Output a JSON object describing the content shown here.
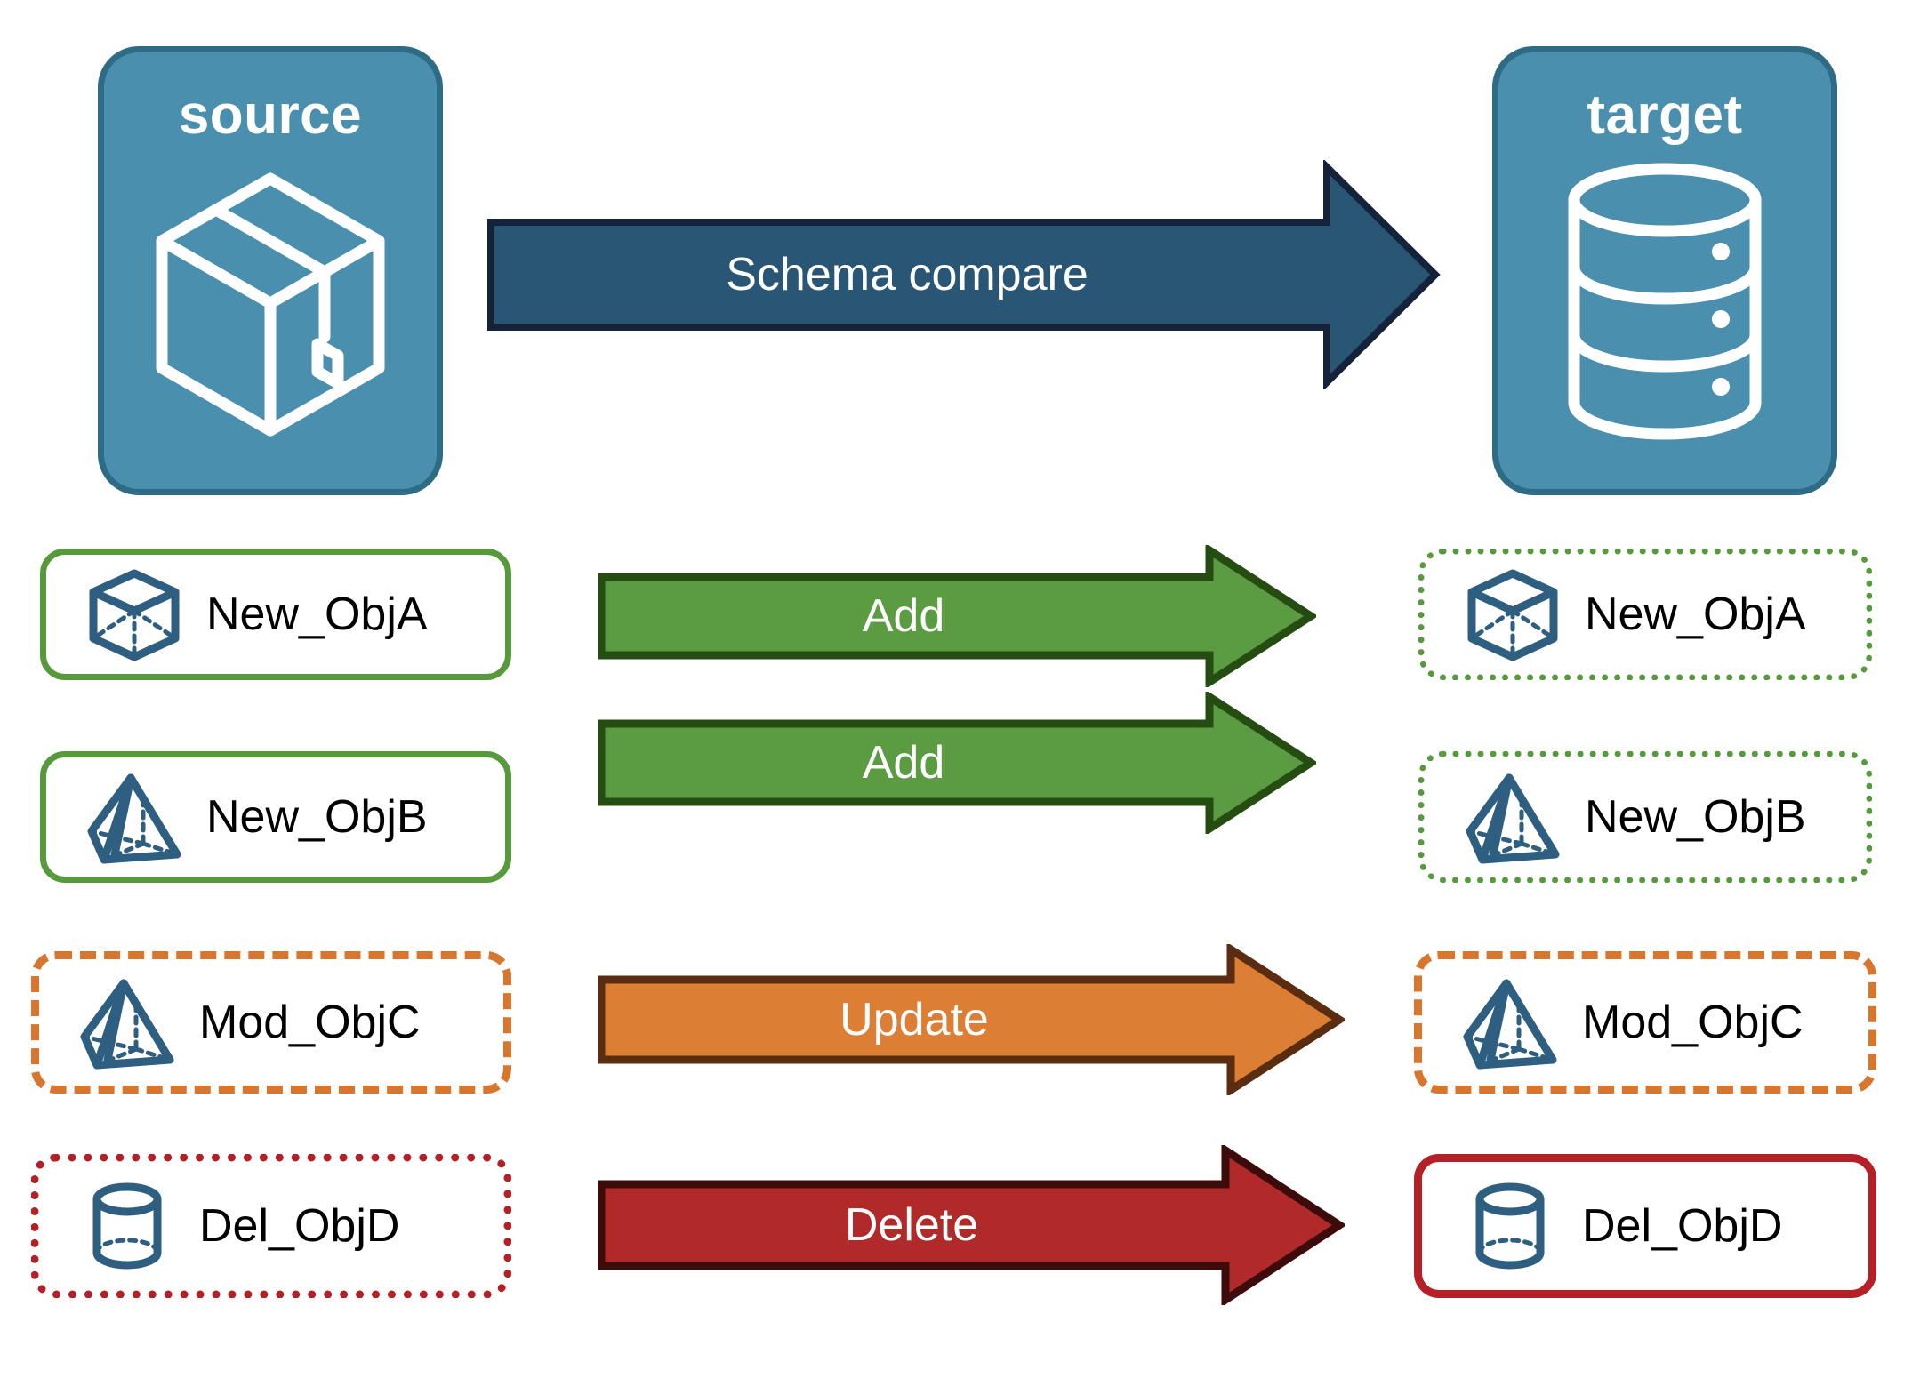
{
  "diagram": {
    "title_source": "source",
    "title_target": "target",
    "compare_arrow_label": "Schema compare",
    "colors": {
      "endpoint_fill": "#4A8FAD",
      "endpoint_stroke": "#2E6C85",
      "compare_fill": "#2A5676",
      "compare_stroke": "#14233A",
      "icon_stroke": "#2E5E80",
      "green": "#5B9B41",
      "green_dark": "#254D12",
      "green_border": "#569A3C",
      "orange": "#DD7E35",
      "orange_dark": "#5A2D10",
      "orange_border": "#D9762D",
      "red": "#B02A2A",
      "red_dark": "#3E0B0B",
      "red_border": "#B42025",
      "label_text": "#000000",
      "arrow_text": "#FFFFFF"
    },
    "endpoints": {
      "source": {
        "label": "source",
        "icon": "package-box-icon"
      },
      "target": {
        "label": "target",
        "icon": "database-cylinder-icon"
      }
    },
    "compare": {
      "label": "Schema compare",
      "icon": "right-block-arrow-icon"
    },
    "rows": [
      {
        "action": "Add",
        "action_color": "green",
        "source": {
          "label": "New_ObjA",
          "icon": "wireframe-cube-icon",
          "border_style": "solid",
          "border_color": "green"
        },
        "target": {
          "label": "New_ObjA",
          "icon": "wireframe-cube-icon",
          "border_style": "dotted",
          "border_color": "green"
        }
      },
      {
        "action": "Add",
        "action_color": "green",
        "source": {
          "label": "New_ObjB",
          "icon": "wireframe-pyramid-icon",
          "border_style": "solid",
          "border_color": "green"
        },
        "target": {
          "label": "New_ObjB",
          "icon": "wireframe-pyramid-icon",
          "border_style": "dotted",
          "border_color": "green"
        }
      },
      {
        "action": "Update",
        "action_color": "orange",
        "source": {
          "label": "Mod_ObjC",
          "icon": "wireframe-pyramid-icon",
          "border_style": "dashed",
          "border_color": "orange"
        },
        "target": {
          "label": "Mod_ObjC",
          "icon": "wireframe-pyramid-icon",
          "border_style": "dashed",
          "border_color": "orange"
        }
      },
      {
        "action": "Delete",
        "action_color": "red",
        "source": {
          "label": "Del_ObjD",
          "icon": "wireframe-cylinder-icon",
          "border_style": "dotted",
          "border_color": "red"
        },
        "target": {
          "label": "Del_ObjD",
          "icon": "wireframe-cylinder-icon",
          "border_style": "solid",
          "border_color": "red"
        }
      }
    ]
  }
}
